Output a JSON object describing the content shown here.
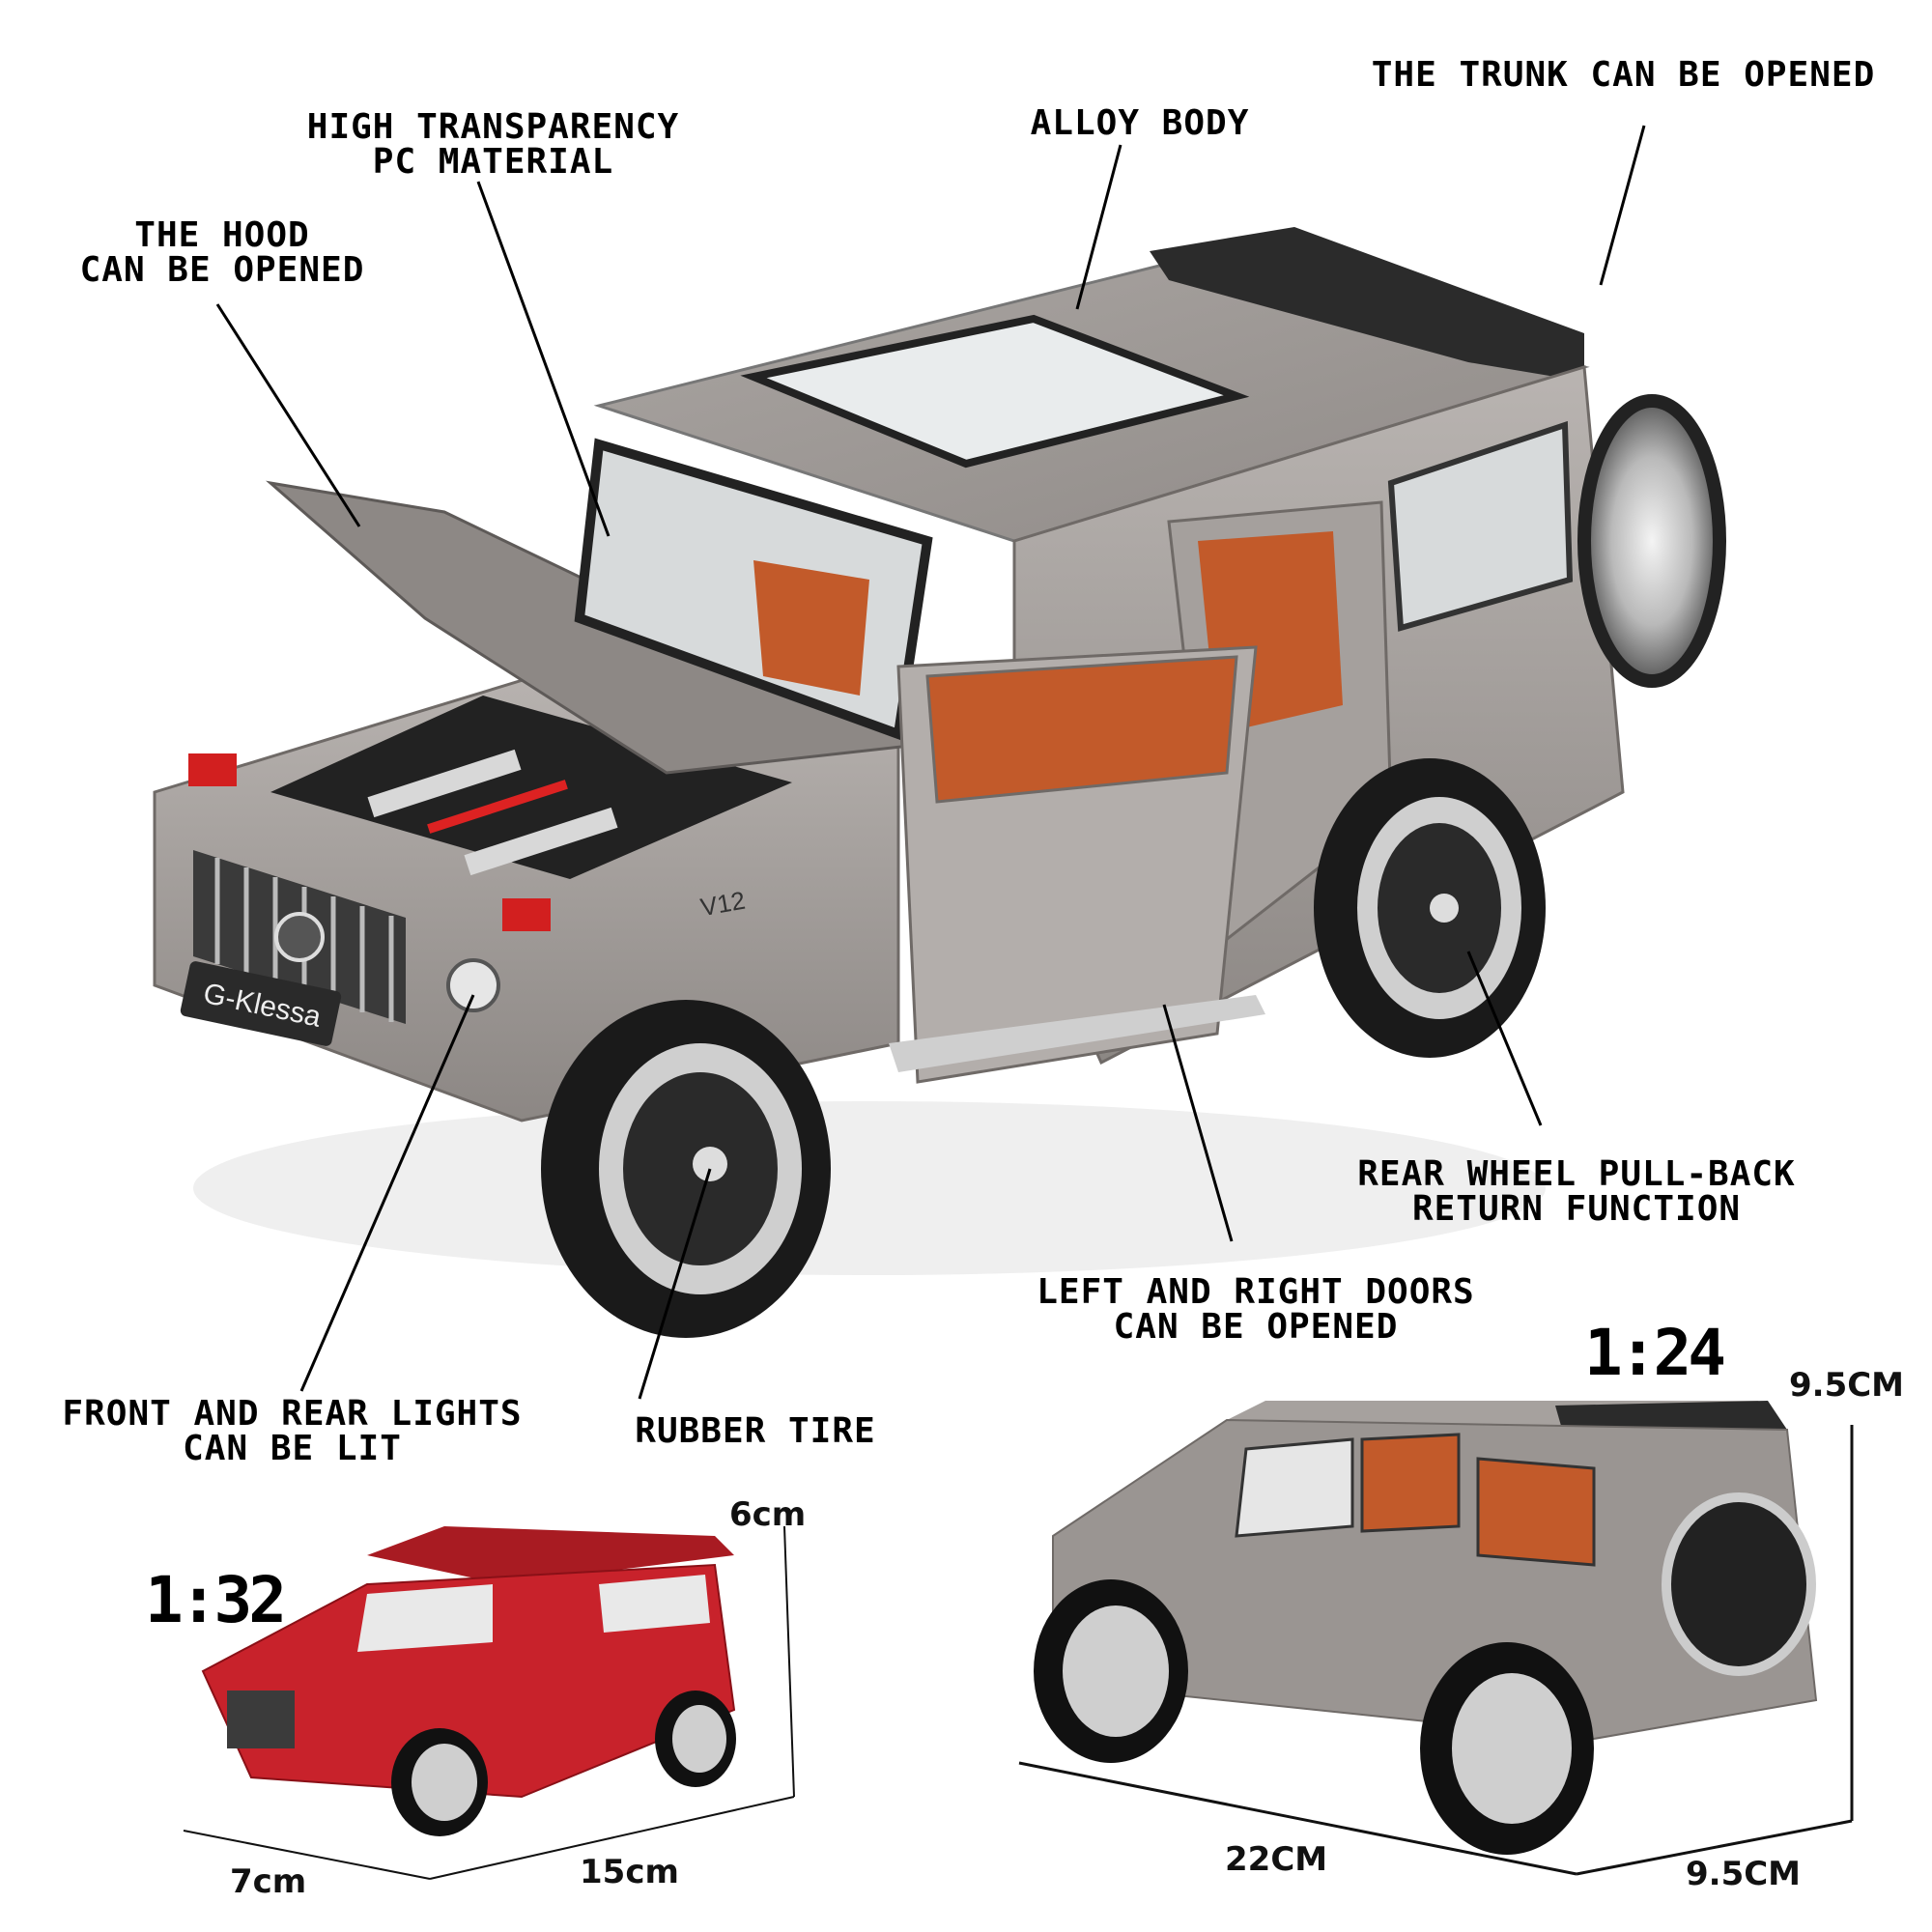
{
  "callouts": {
    "hood": [
      "THE HOOD",
      "CAN BE OPENED"
    ],
    "pc_material": [
      "HIGH TRANSPARENCY",
      "PC MATERIAL"
    ],
    "alloy": [
      "ALLOY BODY"
    ],
    "trunk": [
      "THE TRUNK CAN BE OPENED"
    ],
    "rear_wheel": [
      "REAR WHEEL PULL-BACK",
      "RETURN FUNCTION"
    ],
    "doors": [
      "LEFT AND RIGHT DOORS",
      "CAN BE OPENED"
    ],
    "lights": [
      "FRONT AND REAR LIGHTS",
      "CAN BE LIT"
    ],
    "tire": [
      "RUBBER TIRE"
    ]
  },
  "car": {
    "badge": "V12",
    "plate": "G-Klessa"
  },
  "small_model": {
    "scale": "1:32",
    "height": "6cm",
    "width": "7cm",
    "length": "15cm",
    "color": "#c8222b"
  },
  "large_model": {
    "scale": "1:24",
    "height": "9.5CM",
    "length": "22CM",
    "width": "9.5CM",
    "color": "#9a9592"
  },
  "colors": {
    "body": "#9a9592",
    "interior": "#c25a2a",
    "tire": "#1a1a1a"
  }
}
